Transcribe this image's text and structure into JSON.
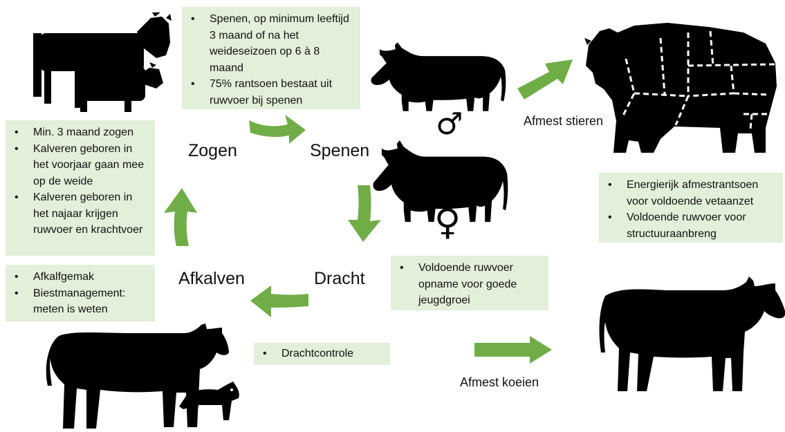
{
  "colors": {
    "box_fill": "#e2efd9",
    "arrow_green": "#70ad47",
    "silhouette": "#000000"
  },
  "stages": {
    "zogen": "Zogen",
    "spenen": "Spenen",
    "dracht": "Dracht",
    "afkalven": "Afkalven"
  },
  "boxes": {
    "spenen": [
      "Spenen, op minimum leeftijd 3 maand of na het weideseizoen op 6 à 8 maand",
      "75% rantsoen bestaat uit ruwvoer bij spenen"
    ],
    "zogen": [
      "Min. 3 maand zogen",
      "Kalveren geboren in het voorjaar gaan mee op de weide",
      "Kalveren geboren in het najaar krijgen ruwvoer en krachtvoer"
    ],
    "afkalven": [
      "Afkalfgemak",
      "Biestmanagement: meten is weten"
    ],
    "drachtcontrole": [
      "Drachtcontrole"
    ],
    "jeugdgroei": [
      "Voldoende ruwvoer opname voor goede jeugdgroei"
    ],
    "afmest": [
      "Energierijk afmestrantsoen voor voldoende vetaanzet",
      "Voldoende ruwvoer voor structuuraanbreng"
    ]
  },
  "labels": {
    "afmest_stieren": "Afmest stieren",
    "afmest_koeien": "Afmest koeien"
  },
  "icons": {
    "male": "♂",
    "female": "♀"
  }
}
